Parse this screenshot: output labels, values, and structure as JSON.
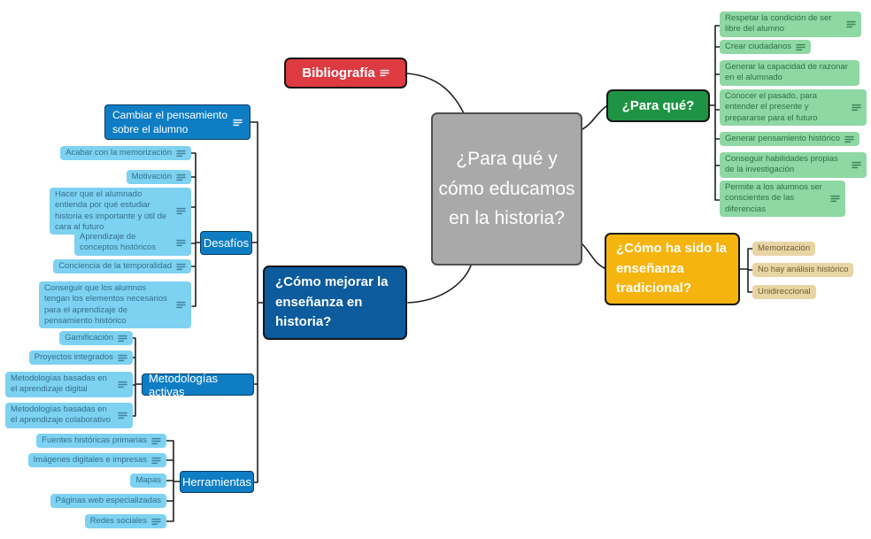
{
  "root": {
    "label": "¿Para qué y cómo educamos en la historia?"
  },
  "bibliografia": {
    "label": "Bibliografía",
    "has_notes": true
  },
  "para_que": {
    "label": "¿Para qué?",
    "children": [
      {
        "label": "Respetar la condición de ser libre del alumno",
        "has_notes": true
      },
      {
        "label": "Crear ciudadanos",
        "has_notes": true
      },
      {
        "label": "Generar la capacidad de razonar en el alumnado",
        "has_notes": false
      },
      {
        "label": "Conocer el pasado, para entender el presente y prepararse para el futuro",
        "has_notes": true
      },
      {
        "label": "Generar pensamiento histórico",
        "has_notes": true
      },
      {
        "label": "Conseguir habilidades propias de la investigación",
        "has_notes": true
      },
      {
        "label": "Permite a los alumnos ser conscientes de las diferencias",
        "has_notes": true
      }
    ]
  },
  "tradicional": {
    "label": "¿Cómo ha sido la enseñanza tradicional?",
    "children": [
      {
        "label": "Memorización",
        "has_notes": false
      },
      {
        "label": "No hay análisis histórico",
        "has_notes": false
      },
      {
        "label": "Unidireccional",
        "has_notes": false
      }
    ]
  },
  "mejorar": {
    "label": "¿Cómo mejorar la enseñanza en historia?",
    "cambiar": {
      "label": "Cambiar el pensamiento sobre el alumno",
      "has_notes": true
    },
    "desafios": {
      "label": "Desafíos",
      "children": [
        {
          "label": "Acabar con la memorización",
          "has_notes": true
        },
        {
          "label": "Motivación",
          "has_notes": true
        },
        {
          "label": "Hacer que el alumnado entienda por qué estudiar historia es importante y útil de cara al futuro",
          "has_notes": true
        },
        {
          "label": "Aprendizaje de conceptos históricos",
          "has_notes": true
        },
        {
          "label": "Conciencia de la temporalidad",
          "has_notes": true
        },
        {
          "label": "Conseguir que los alumnos tengan los elementos necesarios para el aprendizaje de pensamiento histórico",
          "has_notes": true
        }
      ]
    },
    "metodologias": {
      "label": "Metodologías activas",
      "children": [
        {
          "label": "Gamificación",
          "has_notes": true
        },
        {
          "label": "Proyectos integrados",
          "has_notes": true
        },
        {
          "label": "Metodologías basadas en el aprendizaje digital",
          "has_notes": true
        },
        {
          "label": "Metodologías basadas en el aprendizaje colaborativo",
          "has_notes": true
        }
      ]
    },
    "herramientas": {
      "label": "Herramientas",
      "children": [
        {
          "label": "Fuentes históricas primarias",
          "has_notes": true
        },
        {
          "label": "Imágenes digitales e impresas",
          "has_notes": true
        },
        {
          "label": "Mapas",
          "has_notes": false
        },
        {
          "label": "Páginas web especializadas",
          "has_notes": false
        },
        {
          "label": "Redes sociales",
          "has_notes": true
        }
      ]
    }
  },
  "icons": {
    "notes": "≡"
  },
  "colors": {
    "central_bg": "#a9a9a9",
    "central_border": "#4f4f4f",
    "red": "#dd3a41",
    "green": "#1f9344",
    "yellow": "#f6b40f",
    "dark_blue": "#0b5b9d",
    "medium_blue": "#0e7dc4",
    "light_blue": "#7dd2f2",
    "green_child": "#8ed8a3",
    "tan_child": "#e9d4a4",
    "line": "#1e1e1e",
    "background": "#ffffff"
  }
}
